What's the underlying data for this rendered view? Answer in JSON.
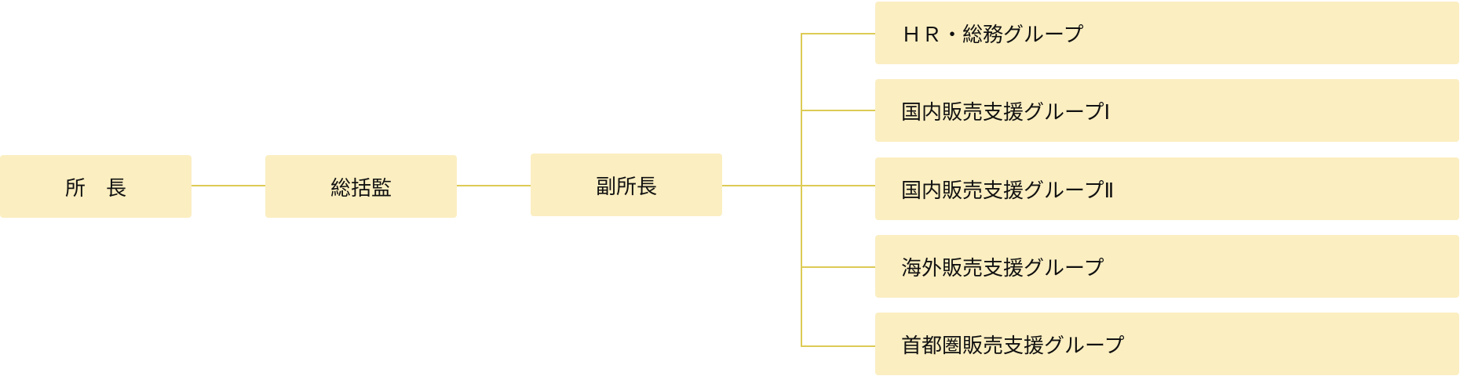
{
  "nodes": {
    "director": "所　長",
    "general_supervisor": "総括監",
    "deputy_director": "副所長"
  },
  "groups": [
    "ＨＲ・総務グループ",
    "国内販売支援グループⅠ",
    "国内販売支援グループⅡ",
    "海外販売支援グループ",
    "首都圏販売支援グループ"
  ],
  "colors": {
    "box": "#fbeec1",
    "line": "#ddcb55"
  }
}
